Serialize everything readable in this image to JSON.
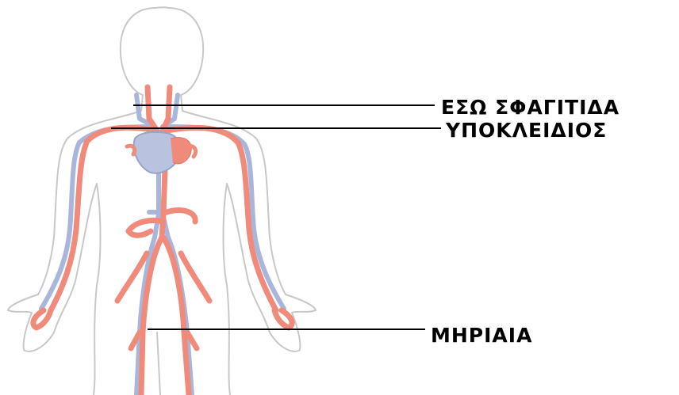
{
  "labels": {
    "internal_carotid": "ΕΣΩ ΣΦΑΓΙΤΙΔΑ",
    "subclavian": "ΥΠΟΚΛΕΙΔΙΟΣ",
    "femoral": "ΜΗΡΙΑΙΑ"
  },
  "colors": {
    "artery": "#f08a7a",
    "vein": "#a9b6dc",
    "heart": "#b9c3e0",
    "outline": "#c8c8c8",
    "leader_line": "#000000"
  }
}
